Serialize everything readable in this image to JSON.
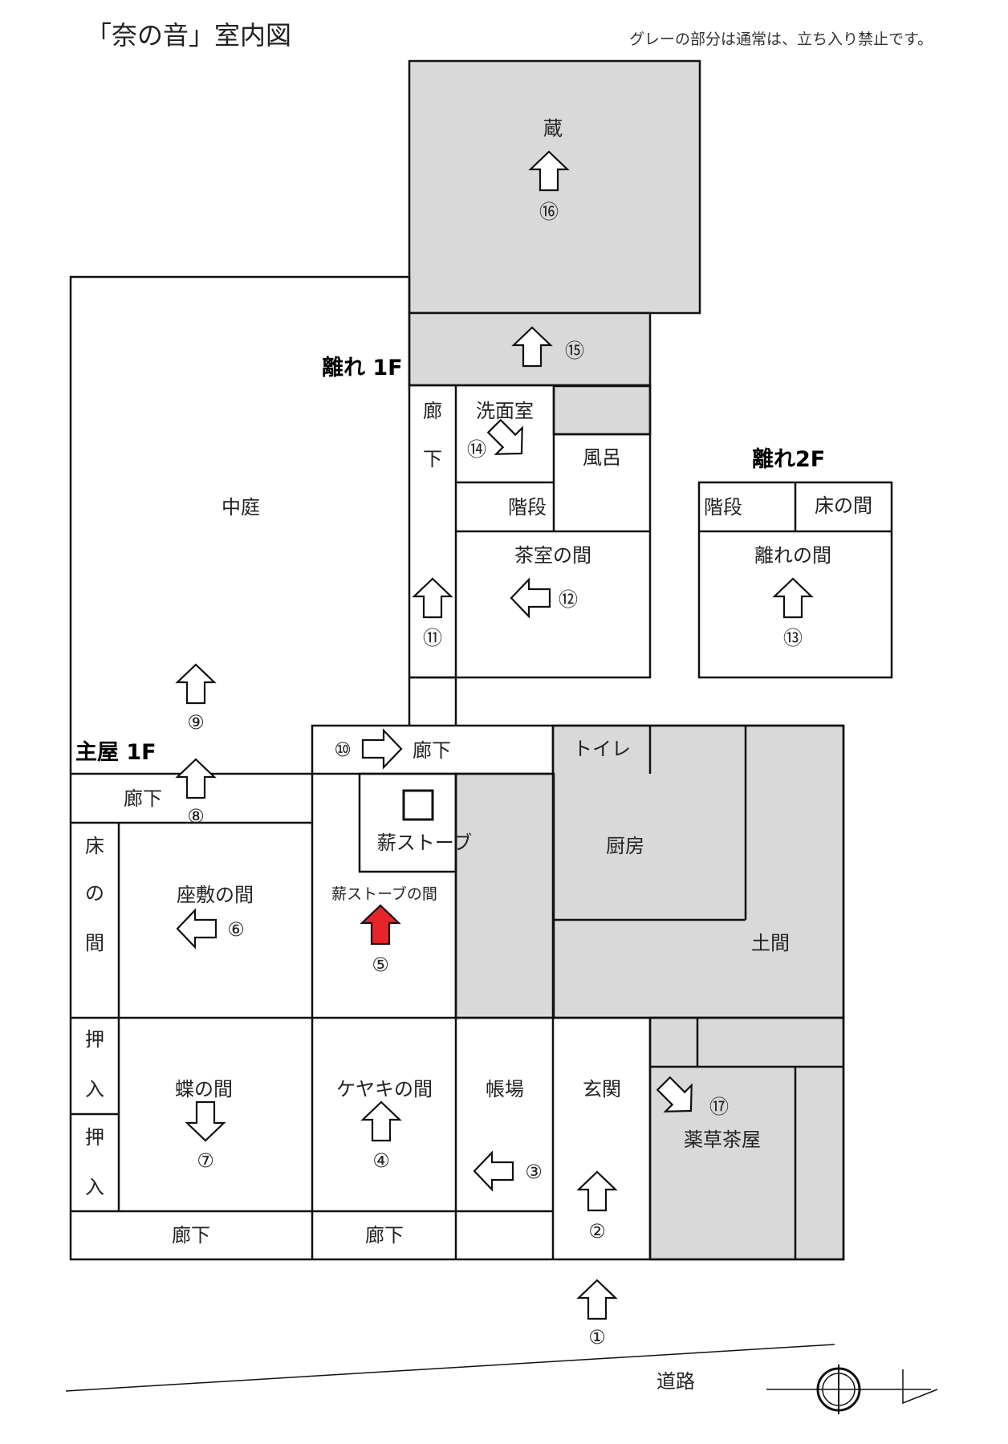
{
  "title": "「奈の音」室内図",
  "note": "グレーの部分は通常は、立ち入り禁止です。",
  "colors": {
    "restricted": "#d9d9d9",
    "open": "#ffffff",
    "line": "#111111",
    "current_location": "#e8232a"
  },
  "sections": {
    "main_1f": "主屋 1F",
    "annex_1f": "離れ 1F",
    "annex_2f": "離れ2F"
  },
  "rooms": {
    "kura": "蔵",
    "nakaniwa": "中庭",
    "rouka": "廊下",
    "rouka_annex_1": "廊",
    "rouka_annex_2": "下",
    "senmenshitsu": "洗面室",
    "furo": "風呂",
    "kaidan": "階段",
    "chashitsu": "茶室の間",
    "kaidan_2f": "階段",
    "tokonoma_2f": "床の間",
    "hanare_no_ma": "離れの間",
    "toilet": "トイレ",
    "makistove": "薪ストーブ",
    "makistove_room": "薪ストーブの間",
    "chubou": "厨房",
    "doma": "土間",
    "tokonoma_1": "床",
    "tokonoma_2": "の",
    "tokonoma_3": "間",
    "zashiki": "座敷の間",
    "oshiire_1": "押",
    "oshiire_2": "入",
    "chou": "蝶の間",
    "keyaki": "ケヤキの間",
    "chouba": "帳場",
    "genkan": "玄関",
    "yakusou": "薬草茶屋",
    "douro": "道路"
  },
  "markers": {
    "m1": "①",
    "m2": "②",
    "m3": "③",
    "m4": "④",
    "m5": "⑤",
    "m6": "⑥",
    "m7": "⑦",
    "m8": "⑧",
    "m9": "⑨",
    "m10": "⑩",
    "m11": "⑪",
    "m12": "⑫",
    "m13": "⑬",
    "m14": "⑭",
    "m15": "⑮",
    "m16": "⑯",
    "m17": "⑰"
  },
  "icons": {
    "arrows": "hollow-block-arrow",
    "current_location": "red-block-arrow",
    "compass": "north-compass-icon"
  }
}
